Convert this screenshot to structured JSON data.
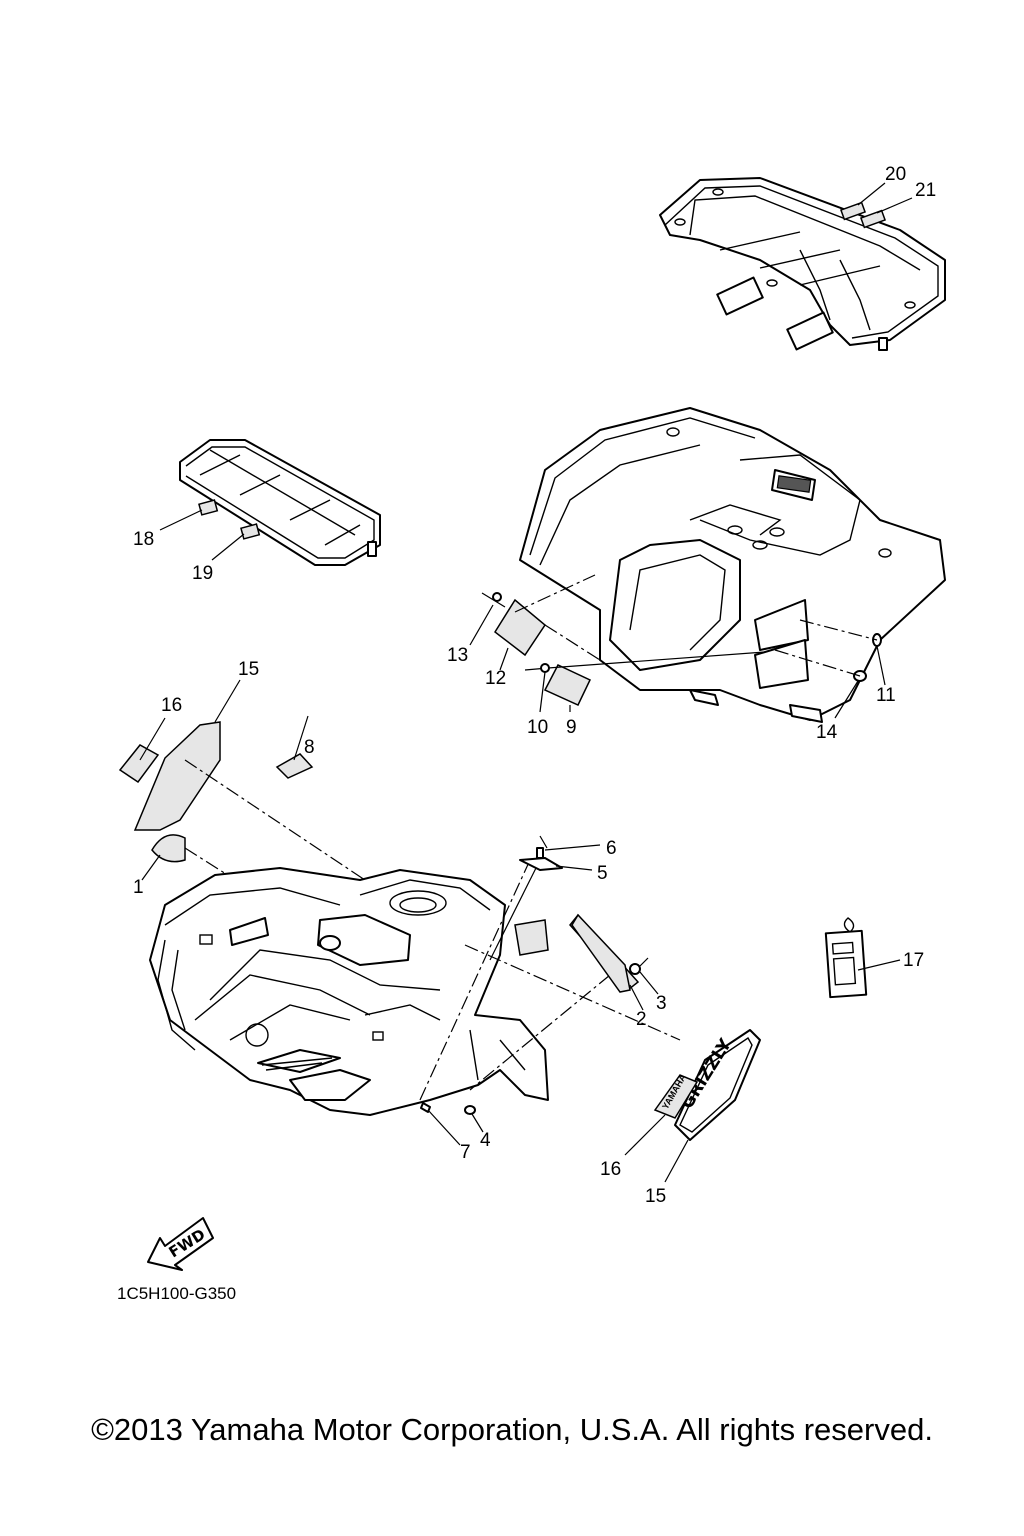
{
  "callouts": {
    "c1": "1",
    "c2": "2",
    "c3": "3",
    "c4": "4",
    "c5": "5",
    "c6": "6",
    "c7": "7",
    "c8": "8",
    "c9": "9",
    "c10": "10",
    "c11": "11",
    "c12": "12",
    "c13": "13",
    "c14": "14",
    "c15a": "15",
    "c15b": "15",
    "c16a": "16",
    "c16b": "16",
    "c17": "17",
    "c18": "18",
    "c19": "19",
    "c20": "20",
    "c21": "21"
  },
  "decals": {
    "grizzly_logo": "GRIZZLY",
    "yamaha_text": "YAMAHA"
  },
  "fwd_label": "FWD",
  "diagram_code": "1C5H100-G350",
  "copyright": "©2013 Yamaha Motor Corporation, U.S.A. All rights reserved."
}
